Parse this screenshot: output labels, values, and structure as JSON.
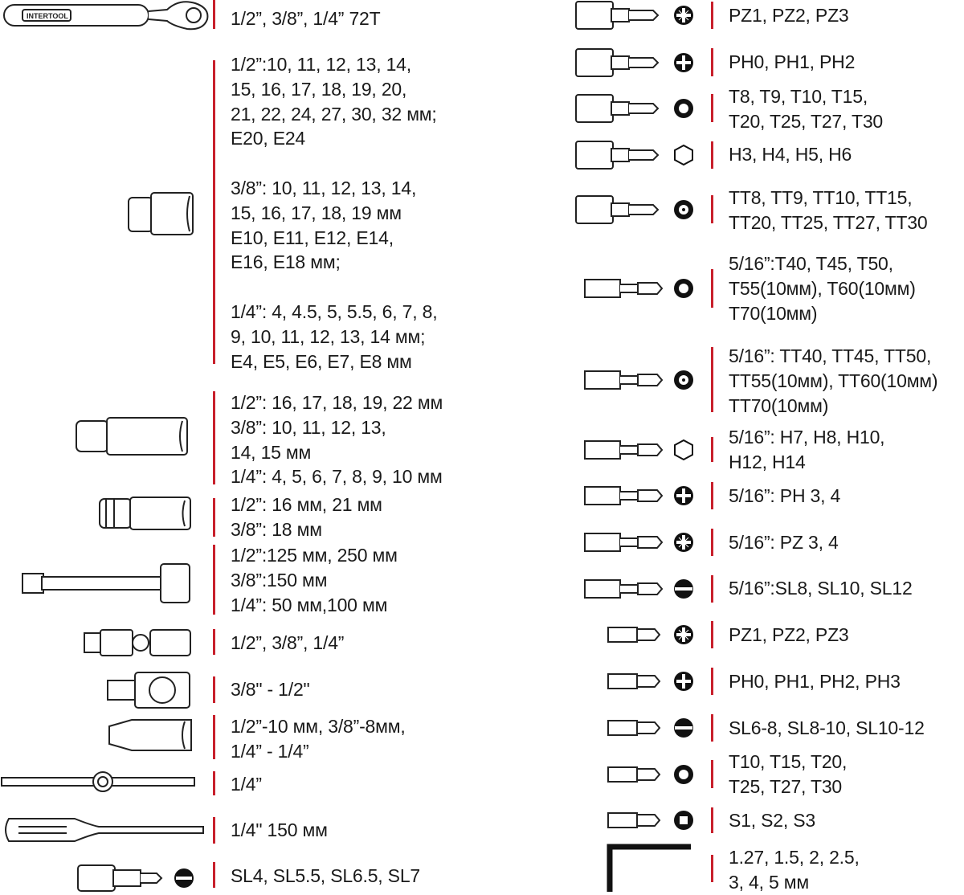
{
  "brand_logo_text": "INTERTOOL",
  "accent_color": "#c8202c",
  "left": [
    {
      "icon": "ratchet-icon",
      "text": "1/2”, 3/8”, 1/4” 72T"
    },
    {
      "icon": "socket-icon",
      "text": "1/2”:10, 11, 12, 13, 14,\n15, 16, 17, 18, 19, 20,\n21, 22, 24, 27, 30, 32 мм;\nE20, E24\n\n3/8”: 10, 11, 12, 13, 14,\n15, 16, 17, 18, 19 мм\nE10, E11, E12, E14,\nE16, E18 мм;\n\n1/4”: 4, 4.5, 5, 5.5, 6, 7, 8,\n9, 10, 11, 12, 13, 14 мм;\nE4, E5, E6, E7, E8 мм"
    },
    {
      "icon": "deep-socket-icon",
      "text": "1/2”: 16, 17, 18, 19, 22 мм\n3/8”: 10, 11, 12, 13,\n14, 15 мм\n1/4”: 4, 5, 6, 7, 8, 9, 10 мм"
    },
    {
      "icon": "spark-plug-socket-icon",
      "text": "1/2”: 16 мм, 21 мм\n3/8”: 18 мм"
    },
    {
      "icon": "extension-bar-icon",
      "text": "1/2”:125 мм, 250 мм\n3/8”:150 мм\n1/4”: 50 мм,100 мм"
    },
    {
      "icon": "universal-joint-icon",
      "text": "1/2”, 3/8”, 1/4”"
    },
    {
      "icon": "adapter-icon",
      "text": "3/8\" - 1/2\""
    },
    {
      "icon": "bit-adapter-icon",
      "text": "1/2”-10 мм, 3/8”-8мм,\n1/4” - 1/4”"
    },
    {
      "icon": "t-handle-icon",
      "text": "1/4”"
    },
    {
      "icon": "screwdriver-handle-icon",
      "text": "1/4\" 150 мм"
    },
    {
      "icon": "bit-socket-slotted-icon",
      "text": "SL4, SL5.5, SL6.5, SL7"
    }
  ],
  "right": [
    {
      "icon": "bit-socket-icon",
      "tip": "pozidriv-icon",
      "text": "PZ1, PZ2, PZ3"
    },
    {
      "icon": "bit-socket-icon",
      "tip": "phillips-icon",
      "text": "PH0, PH1, PH2"
    },
    {
      "icon": "bit-socket-icon",
      "tip": "torx-icon",
      "text": "T8, T9, T10, T15,\nT20, T25, T27, T30"
    },
    {
      "icon": "bit-socket-icon",
      "tip": "hex-icon",
      "text": "H3, H4, H5, H6"
    },
    {
      "icon": "bit-socket-icon",
      "tip": "torx-tamper-icon",
      "text": "TT8, TT9, TT10, TT15,\nTT20, TT25, TT27, TT30"
    },
    {
      "icon": "long-bit-icon",
      "tip": "torx-icon",
      "text": "5/16”:T40, T45, T50,\nT55(10мм), T60(10мм)\nT70(10мм)"
    },
    {
      "icon": "long-bit-icon",
      "tip": "torx-tamper-icon",
      "text": "5/16”: TT40, TT45, TT50,\nTT55(10мм), TT60(10мм)\nTT70(10мм)"
    },
    {
      "icon": "long-bit-icon",
      "tip": "hex-icon",
      "text": "5/16”: H7, H8, H10,\nH12, H14"
    },
    {
      "icon": "long-bit-icon",
      "tip": "phillips-icon",
      "text": "5/16”: PH 3, 4"
    },
    {
      "icon": "long-bit-icon",
      "tip": "pozidriv-icon",
      "text": "5/16”: PZ 3, 4"
    },
    {
      "icon": "long-bit-icon",
      "tip": "slotted-icon",
      "text": "5/16”:SL8, SL10, SL12"
    },
    {
      "icon": "short-bit-icon",
      "tip": "pozidriv-icon",
      "text": "PZ1, PZ2, PZ3"
    },
    {
      "icon": "short-bit-icon",
      "tip": "phillips-icon",
      "text": "PH0, PH1, PH2, PH3"
    },
    {
      "icon": "short-bit-icon",
      "tip": "slotted-icon",
      "text": "SL6-8, SL8-10, SL10-12"
    },
    {
      "icon": "short-bit-icon",
      "tip": "torx-icon",
      "text": "T10, T15, T20,\nT25, T27, T30"
    },
    {
      "icon": "short-bit-icon",
      "tip": "square-icon",
      "text": "S1, S2, S3"
    },
    {
      "icon": "hex-key-icon",
      "text": "1.27, 1.5, 2, 2.5,\n3, 4, 5 мм"
    }
  ]
}
